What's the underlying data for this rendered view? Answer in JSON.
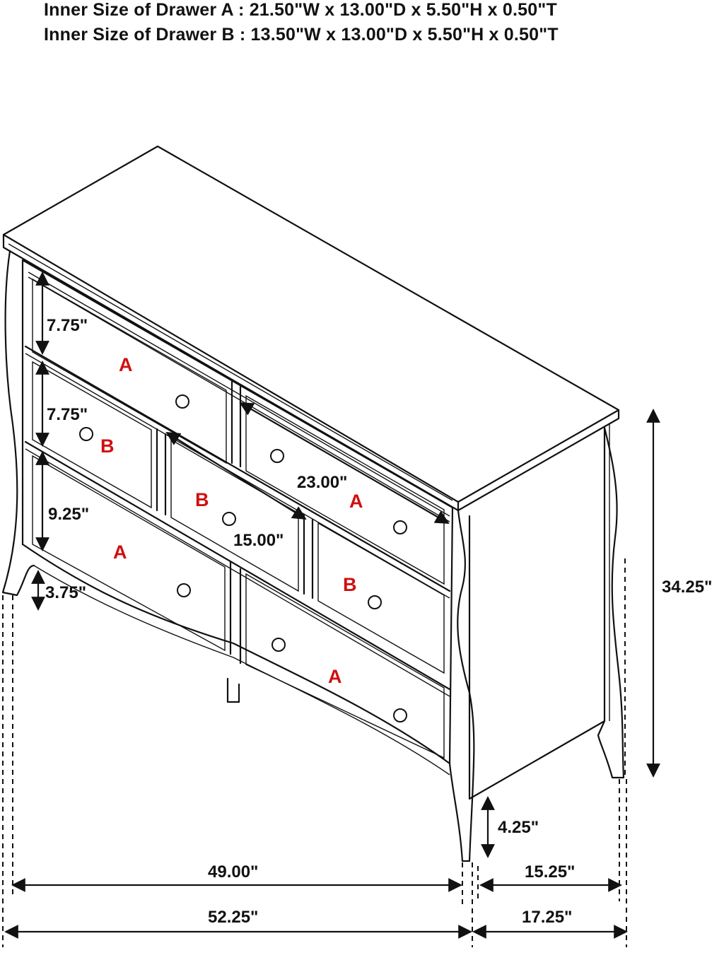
{
  "header": {
    "line1": "Inner Size of Drawer A : 21.50\"W x 13.00\"D x 5.50\"H x 0.50\"T",
    "line2": "Inner Size of Drawer B : 13.50\"W x 13.00\"D x 5.50\"H x 0.50\"T"
  },
  "dimensions": {
    "drawer1_height": "7.75\"",
    "drawer2_height": "7.75\"",
    "drawer3_height": "9.25\"",
    "leg_clearance_front": "3.75\"",
    "drawer_a_width": "23.00\"",
    "drawer_b_width": "15.00\"",
    "total_height": "34.25\"",
    "leg_clearance_side": "4.25\"",
    "body_width": "49.00\"",
    "overall_width": "52.25\"",
    "body_depth": "15.25\"",
    "overall_depth": "17.25\""
  },
  "drawer_labels": {
    "top_left": "A",
    "top_right": "A",
    "mid_left": "B",
    "mid_center": "B",
    "mid_right": "B",
    "bottom_left": "A",
    "bottom_right": "A"
  },
  "colors": {
    "line": "#111111",
    "label": "#d01010"
  }
}
